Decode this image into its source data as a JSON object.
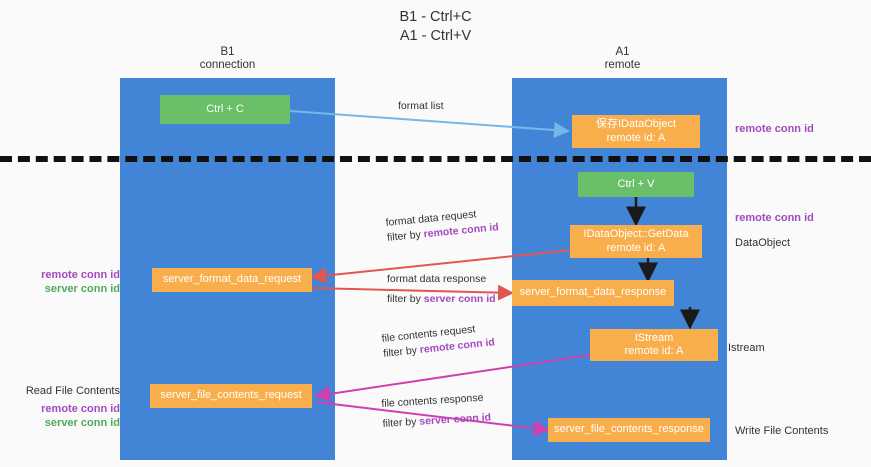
{
  "title": {
    "line1": "B1 - Ctrl+C",
    "line2": "A1 - Ctrl+V"
  },
  "columns": {
    "left": {
      "name": "B1",
      "role": "connection"
    },
    "right": {
      "name": "A1",
      "role": "remote"
    }
  },
  "boxes": {
    "ctrl_c": "Ctrl + C",
    "ctrl_v": "Ctrl + V",
    "save_idataobject": {
      "line1": "保存IDataObject",
      "line2": "remote id: A"
    },
    "getdata": {
      "line1": "IDataObject::GetData",
      "line2": "remote id: A"
    },
    "istream": {
      "line1": "IStream",
      "line2": "remote id: A"
    },
    "server_format_data_request": "server_format_data_request",
    "server_format_data_response": "server_format_data_response",
    "server_file_contents_request": "server_file_contents_request",
    "server_file_contents_response": "server_file_contents_response"
  },
  "right_labels": {
    "remote_conn_id_top": "remote conn id",
    "remote_conn_id_mid": "remote conn id",
    "dataobject": "DataObject",
    "istream": "Istream",
    "write_file_contents": "Write File Contents"
  },
  "left_labels": {
    "mid_remote": "remote conn id",
    "mid_server": "server conn id",
    "read_file_contents": "Read File Contents",
    "bottom_remote": "remote conn id",
    "bottom_server": "server conn id"
  },
  "arrow_labels": {
    "format_list": "format list",
    "format_data_request": "format data request",
    "format_data_request_filter_prefix": "filter by ",
    "format_data_request_filter_key": "remote conn id",
    "format_data_response": "format data response",
    "format_data_response_filter_prefix": "filter by ",
    "format_data_response_filter_key": "server conn id",
    "file_contents_request": "file contents request",
    "file_contents_request_filter_prefix": "filter by ",
    "file_contents_request_filter_key": "remote conn id",
    "file_contents_response": "file contents response",
    "file_contents_response_filter_prefix": "filter by ",
    "file_contents_response_filter_key": "server conn id"
  },
  "colors": {
    "lane": "#4285d6",
    "green_box": "#6abf69",
    "orange_box": "#f9ae4c",
    "purple": "#a449bd",
    "green_text": "#4faa5a",
    "pink_arrow": "#e2564f",
    "magenta_arrow": "#cf3fae",
    "blue_arrow": "#76b7e8",
    "divider": "#111111"
  }
}
